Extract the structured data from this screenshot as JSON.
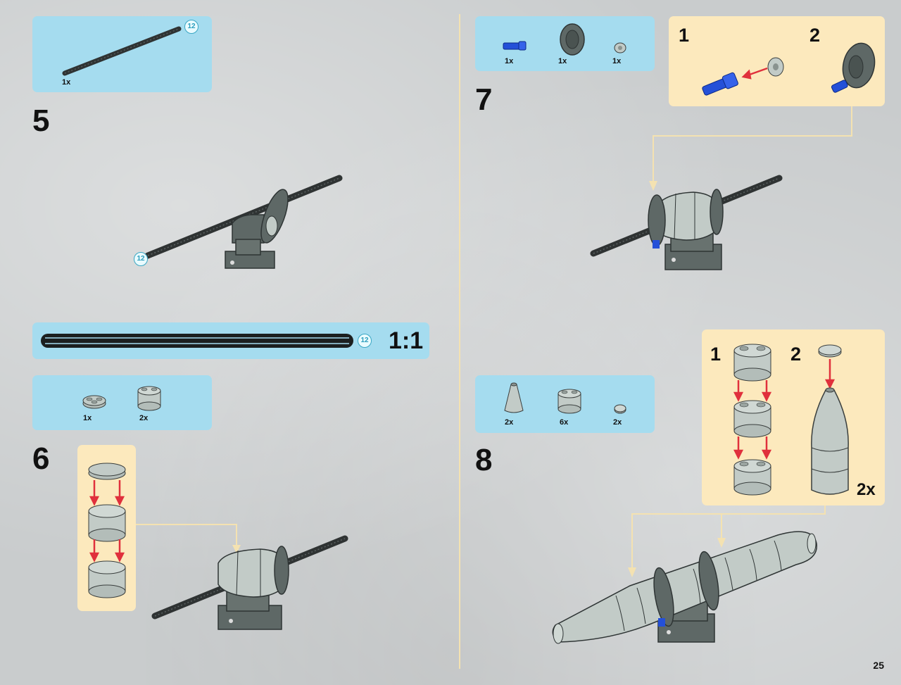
{
  "page": {
    "page_number": "25"
  },
  "colors": {
    "parts_box": "#a5dcef",
    "substep_panel": "#fce9bd",
    "callout_line": "#f4e2b1",
    "arrow_red": "#e0303c",
    "brick_light_gray": "#c2cbc7",
    "brick_dark_gray": "#5e6866",
    "axle_black": "#2f3333",
    "pin_blue": "#2450d8"
  },
  "steps": [
    {
      "number": "5",
      "parts": [
        {
          "name": "technic-axle-12",
          "qty": "1x",
          "length_badge": "12"
        }
      ],
      "model_length_badge": "12"
    },
    {
      "number": "6",
      "scale_bar": {
        "label": "1:1",
        "length_badge": "12"
      },
      "parts": [
        {
          "name": "round-plate-2x2",
          "qty": "1x"
        },
        {
          "name": "round-brick-2x2",
          "qty": "2x"
        }
      ]
    },
    {
      "number": "7",
      "parts": [
        {
          "name": "technic-pin-blue",
          "qty": "1x"
        },
        {
          "name": "dish-part",
          "qty": "1x"
        },
        {
          "name": "technic-bush",
          "qty": "1x"
        }
      ],
      "substeps": [
        "1",
        "2"
      ]
    },
    {
      "number": "8",
      "parts": [
        {
          "name": "cone-2x2",
          "qty": "2x"
        },
        {
          "name": "round-brick-2x2",
          "qty": "6x"
        },
        {
          "name": "round-tile-1x1",
          "qty": "2x"
        }
      ],
      "substeps": [
        "1",
        "2"
      ],
      "substep_multiplier": "2x"
    }
  ]
}
